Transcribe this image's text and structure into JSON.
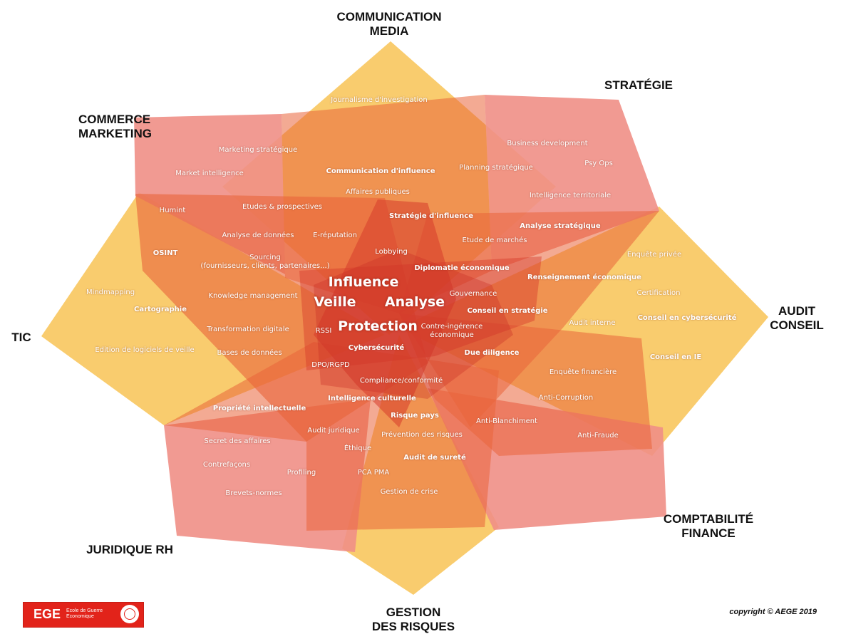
{
  "colors": {
    "yellow_petal": "#f9cc6e",
    "pink_petal": "#ef8f86",
    "orange_layer": "#e9653b",
    "deep_core": "#d73c2c",
    "brand_red": "#e2231a"
  },
  "domains": {
    "communication": "COMMUNICATION\nMEDIA",
    "strategie": "STRATÉGIE",
    "commerce": "COMMERCE\nMARKETING",
    "audit": "AUDIT\nCONSEIL",
    "tic": "TIC",
    "comptabilite": "COMPTABILITÉ\nFINANCE",
    "juridique": "JURIDIQUE RH",
    "gestion": "GESTION\nDES RISQUES"
  },
  "core": {
    "influence": "Influence",
    "veille": "Veille",
    "analyse": "Analyse",
    "protection": "Protection"
  },
  "items": [
    "Journalisme d'investigation",
    "Business development",
    "Psy Ops",
    "Intelligence territoriale",
    "Planning stratégique",
    "Marketing stratégique",
    "Market intelligence",
    "Communication d'influence",
    "Affaires publiques",
    "Humint",
    "Etudes & prospectives",
    "Stratégie d'influence",
    "Analyse stratégique",
    "Analyse de données",
    "E-réputation",
    "Etude de marchés",
    "OSINT",
    "Sourcing\n(fournisseurs, clients, partenaires...)",
    "Lobbying",
    "Enquête privée",
    "Diplomatie économique",
    "Renseignement économique",
    "Mindmapping",
    "Certification",
    "Knowledge management",
    "Gouvernance",
    "Cartographie",
    "Conseil en stratégie",
    "Conseil en cybersécurité",
    "Audit interne",
    "Transformation digitale",
    "RSSI",
    "Contre-ingérence\néconomique",
    "Cybersécurité",
    "Edition de logiciels de veille",
    "Bases de données",
    "Due diligence",
    "Conseil en IE",
    "DPO/RGPD",
    "Enquête financière",
    "Compliance/conformité",
    "Intelligence culturelle",
    "Anti-Corruption",
    "Propriété intellectuelle",
    "Risque pays",
    "Anti-Blanchiment",
    "Audit juridique",
    "Prévention des risques",
    "Anti-Fraude",
    "Secret des affaires",
    "Éthique",
    "Audit de sureté",
    "Contrefaçons",
    "Profiling",
    "PCA PMA",
    "Brevets-normes",
    "Gestion de crise"
  ],
  "logo": {
    "name": "EGE",
    "subtitle": "Ecole de Guerre\nEconomique"
  },
  "copyright": "copyright © AEGE 2019"
}
